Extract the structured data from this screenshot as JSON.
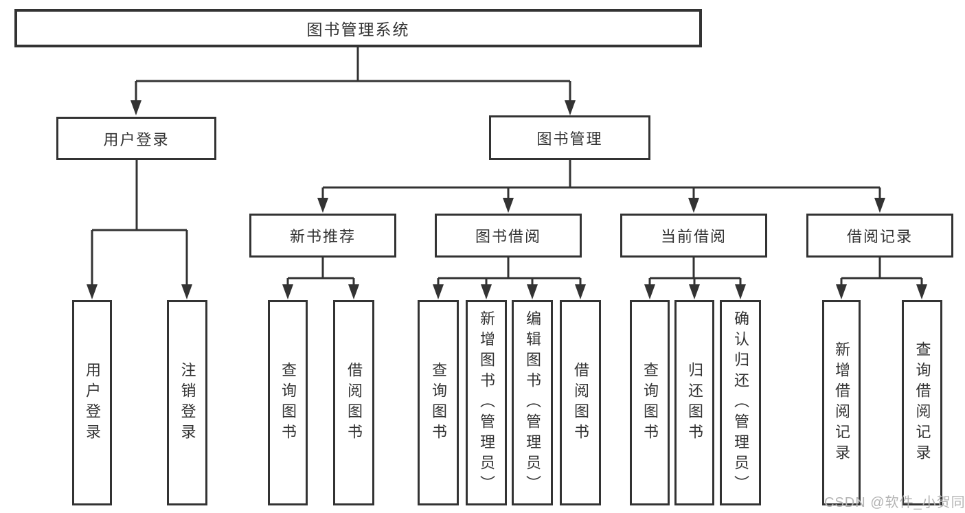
{
  "diagram": {
    "root": {
      "label": "图书管理系统"
    },
    "branches": {
      "user_login": {
        "label": "用户登录",
        "children": {
          "login": {
            "label": "用户登录"
          },
          "logout": {
            "label": "注销登录"
          }
        }
      },
      "book_management": {
        "label": "图书管理",
        "children": {
          "new_book_recommend": {
            "label": "新书推荐",
            "children": {
              "query_books": {
                "label": "查询图书"
              },
              "borrow_books": {
                "label": "借阅图书"
              }
            }
          },
          "book_borrowing": {
            "label": "图书借阅",
            "children": {
              "query_books": {
                "label": "查询图书"
              },
              "add_books_admin": {
                "label": "新增图书（管理员）"
              },
              "edit_books_admin": {
                "label": "编辑图书（管理员）"
              },
              "borrow_books": {
                "label": "借阅图书"
              }
            }
          },
          "current_borrowing": {
            "label": "当前借阅",
            "children": {
              "query_books": {
                "label": "查询图书"
              },
              "return_books": {
                "label": "归还图书"
              },
              "confirm_return_admin": {
                "label": "确认归还（管理员）"
              }
            }
          },
          "borrowing_records": {
            "label": "借阅记录",
            "children": {
              "add_borrow_record": {
                "label": "新增借阅记录"
              },
              "query_borrow_record": {
                "label": "查询借阅记录"
              }
            }
          }
        }
      }
    }
  },
  "watermark": {
    "text": "CSDN @软件_小贺同学"
  },
  "colors": {
    "line": "#333333",
    "box_border": "#333333",
    "text": "#333333",
    "watermark": "#b3b3b3",
    "background": "#ffffff"
  }
}
